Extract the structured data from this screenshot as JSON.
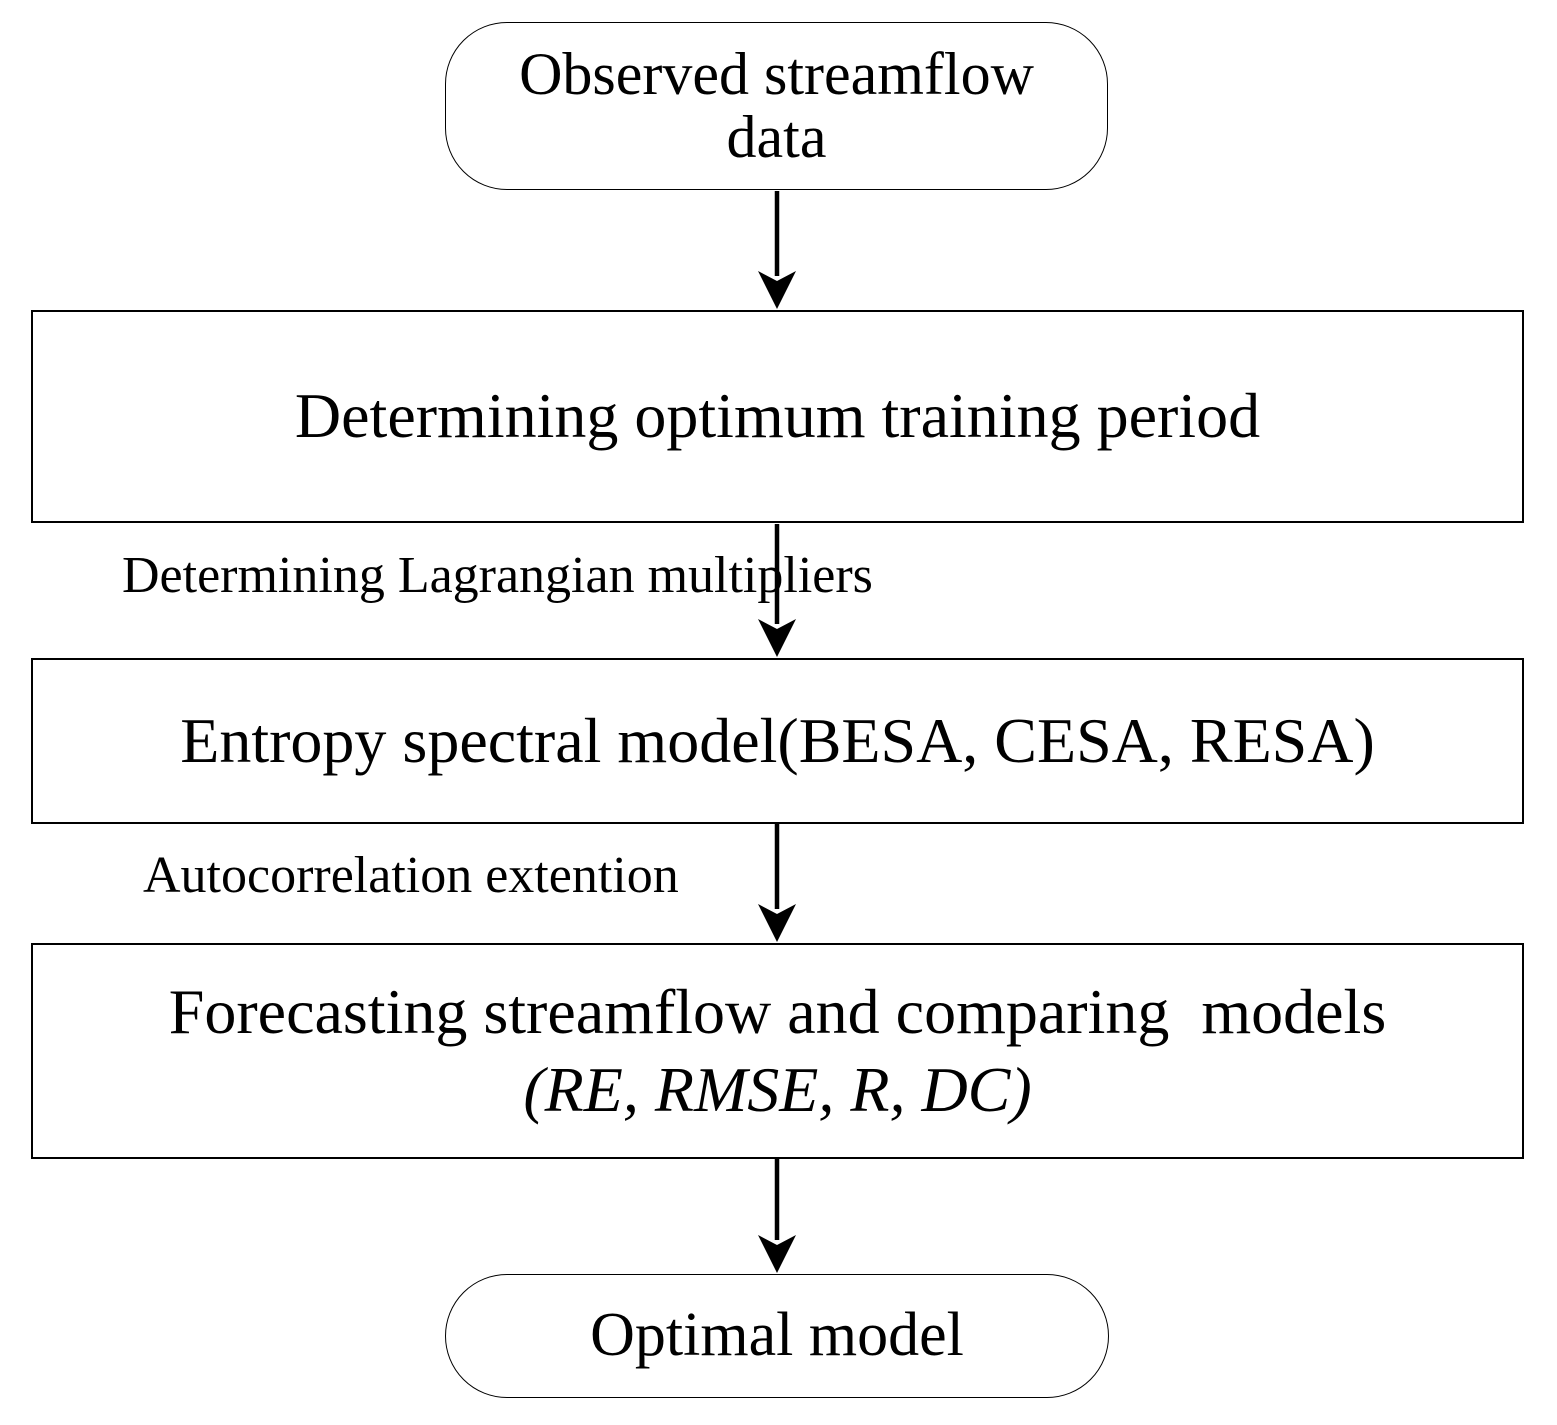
{
  "diagram": {
    "type": "flowchart",
    "background_color": "#ffffff",
    "stroke_color": "#000000",
    "text_color": "#000000",
    "nodes": [
      {
        "id": "observed-data",
        "shape": "stadium",
        "lines": [
          "Observed streamflow",
          "data"
        ]
      },
      {
        "id": "training-period",
        "shape": "rectangle",
        "lines": [
          "Determining optimum training period"
        ]
      },
      {
        "id": "entropy-model",
        "shape": "rectangle",
        "lines": [
          "Entropy spectral model(BESA, CESA, RESA)"
        ]
      },
      {
        "id": "forecast-compare",
        "shape": "rectangle",
        "lines": [
          "Forecasting streamflow and comparing  models",
          "(RE, RMSE, R, DC)"
        ]
      },
      {
        "id": "optimal-model",
        "shape": "stadium",
        "lines": [
          "Optimal model"
        ]
      }
    ],
    "edge_labels": [
      {
        "id": "lagrangian",
        "text": "Determining Lagrangian multipliers"
      },
      {
        "id": "autocorrelation",
        "text": "Autocorrelation extention"
      }
    ],
    "edges": [
      {
        "from": "observed-data",
        "to": "training-period",
        "label": ""
      },
      {
        "from": "training-period",
        "to": "entropy-model",
        "label": "Determining Lagrangian multipliers"
      },
      {
        "from": "entropy-model",
        "to": "forecast-compare",
        "label": "Autocorrelation extention"
      },
      {
        "from": "forecast-compare",
        "to": "optimal-model",
        "label": ""
      }
    ]
  }
}
